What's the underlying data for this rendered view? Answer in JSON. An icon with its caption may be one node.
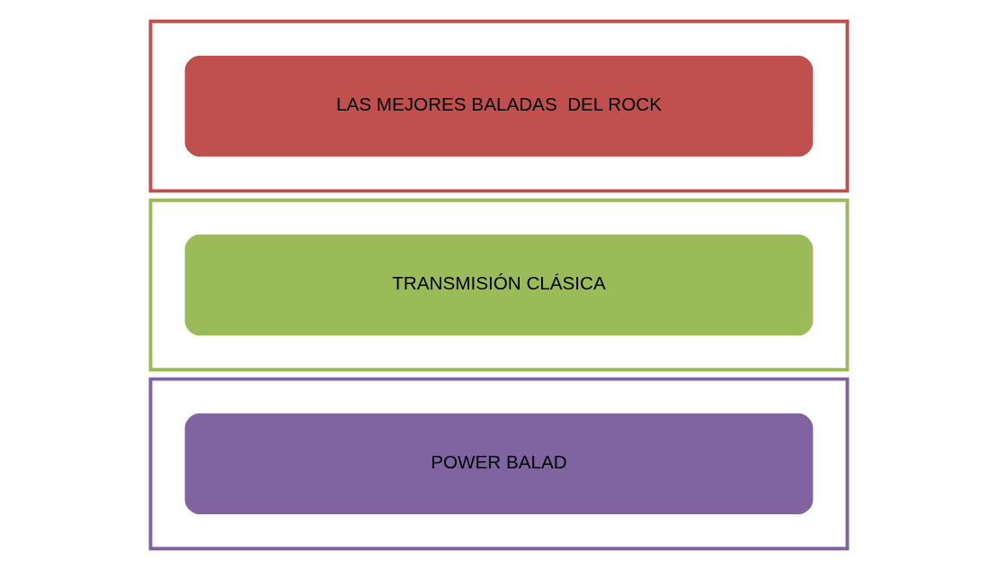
{
  "diagram": {
    "nodes": [
      {
        "text": [],
        "shape": "box"
      },
      {
        "text": [
          "LAS MEJORES BALADAS  DEL ROCK"
        ],
        "in": 0
      },
      {
        "text": [],
        "shape": "box"
      },
      {
        "text": [
          "TRANSMISIÓN CLÁSICA"
        ],
        "in": 2
      },
      {
        "text": [],
        "shape": "box"
      },
      {
        "text": [
          "POWER BALAD"
        ],
        "in": 4
      }
    ],
    "edges": []
  }
}
